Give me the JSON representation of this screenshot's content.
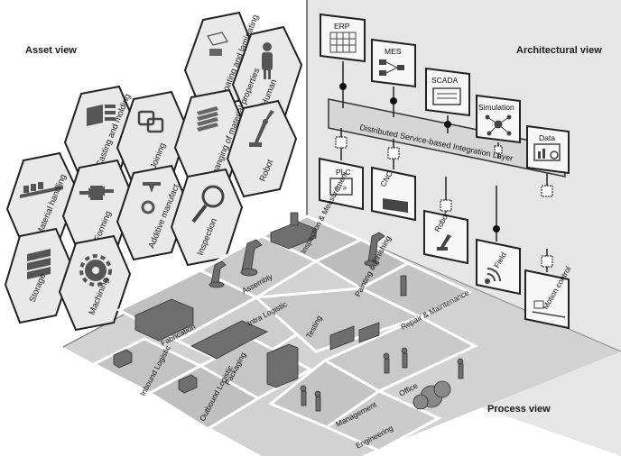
{
  "titles": {
    "asset": "Asset view",
    "architectural": "Architectural view",
    "process": "Process view"
  },
  "asset_hexes": [
    {
      "label": "Coating and laminating",
      "icon": "coating-icon"
    },
    {
      "label": "Human",
      "icon": "human-icon"
    },
    {
      "label": "Casting and molding",
      "icon": "casting-icon"
    },
    {
      "label": "Joining",
      "icon": "joining-icon"
    },
    {
      "label": "Changing of material properties",
      "icon": "material-properties-icon"
    },
    {
      "label": "Robot",
      "icon": "robot-arm-icon"
    },
    {
      "label": "Material handling",
      "icon": "conveyor-icon"
    },
    {
      "label": "Forming",
      "icon": "forming-icon"
    },
    {
      "label": "Additive manufact.",
      "icon": "additive-icon"
    },
    {
      "label": "Inspection",
      "icon": "magnifier-icon"
    },
    {
      "label": "Storage",
      "icon": "storage-icon"
    },
    {
      "label": "Machining",
      "icon": "gear-icon"
    }
  ],
  "architecture": {
    "integration_layer": "Distributed Service-based Integration Layer",
    "top_boxes": [
      "ERP",
      "MES",
      "SCADA",
      "Simulation",
      "Data"
    ],
    "bottom_boxes": [
      "PLC",
      "CNC",
      "Robot",
      "Field",
      "Motion control"
    ]
  },
  "process_zones": [
    "Inspection & Measurement",
    "Painting & Finishing",
    "Assembly",
    "Repair & Maintenance",
    "Fabrication",
    "Intra Logistic",
    "Testing",
    "Inbound Logistic",
    "Packaging",
    "Outbound Logistic",
    "Office",
    "Management",
    "Engineering"
  ]
}
